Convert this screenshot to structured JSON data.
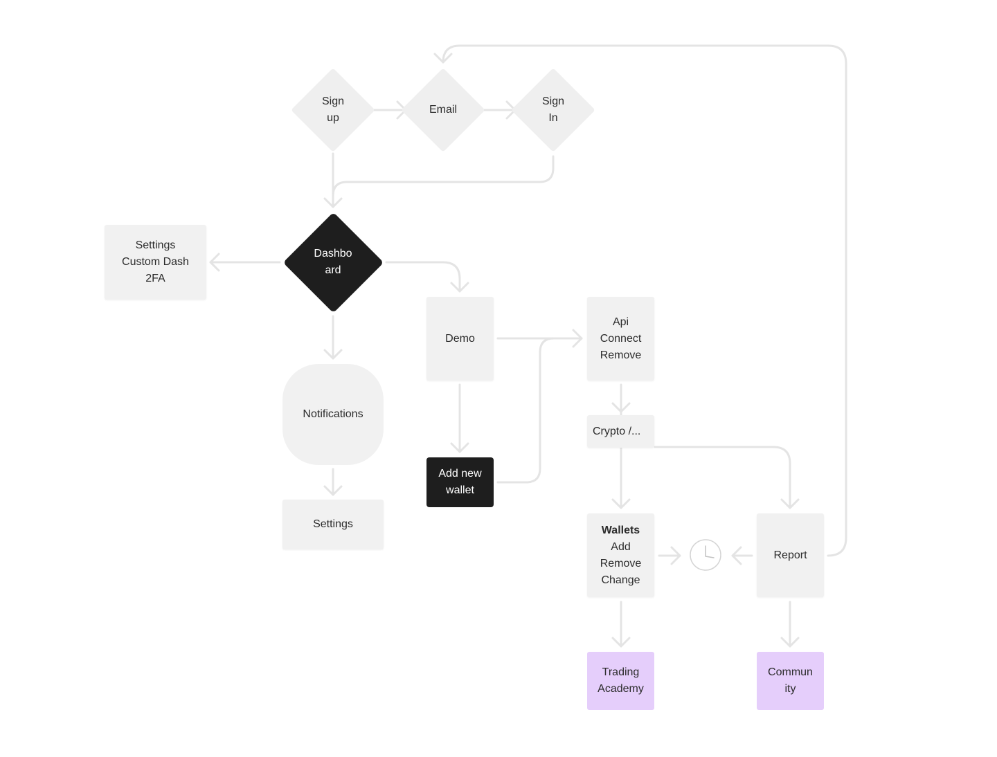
{
  "nodes": {
    "sign_up": [
      "Sign",
      "up"
    ],
    "email": [
      "Email"
    ],
    "sign_in": [
      "Sign",
      "In"
    ],
    "dashboard": [
      "Dashbo",
      "ard"
    ],
    "settings_panel": [
      "Settings",
      "Custom Dash",
      "2FA"
    ],
    "notifications": [
      "Notifications"
    ],
    "settings": [
      "Settings"
    ],
    "demo": [
      "Demo"
    ],
    "add_new_wallet": [
      "Add new",
      "wallet"
    ],
    "api": [
      "Api",
      "Connect",
      "Remove"
    ],
    "crypto": [
      "Crypto /..."
    ],
    "wallets": {
      "title": "Wallets",
      "items": [
        "Add",
        "Remove",
        "Change"
      ]
    },
    "report": [
      "Report"
    ],
    "trading_academy": [
      "Trading",
      "Academy"
    ],
    "community": [
      "Commun",
      "ity"
    ]
  },
  "icons": {
    "clock": "clock-icon"
  },
  "colors": {
    "node_fill": "#f1f1f1",
    "dark_fill": "#1e1e1e",
    "accent_purple": "#e5cefb",
    "connector": "#e4e4e4"
  }
}
